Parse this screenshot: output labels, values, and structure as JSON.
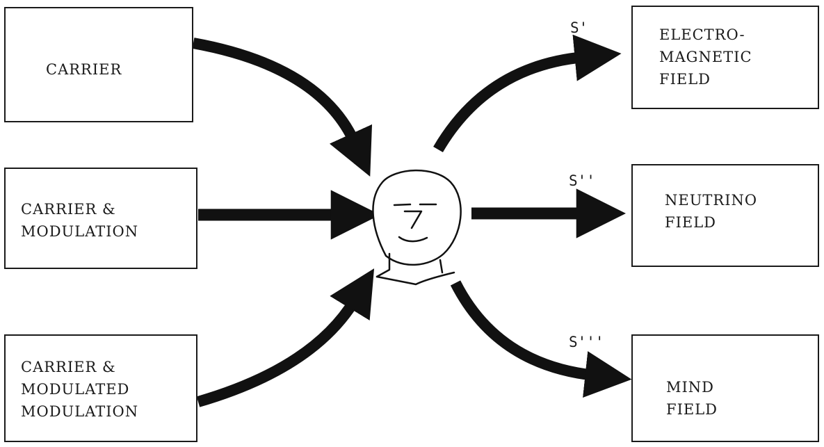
{
  "inputs": {
    "carrier": "CARRIER",
    "carrier_modulation": "CARRIER &\nMODULATION",
    "carrier_modulated_modulation": "CARRIER &\nMODULATED\nMODULATION"
  },
  "outputs": {
    "em_field": "ELECTRO-\nMAGNETIC\nFIELD",
    "neutrino_field": "NEUTRINO\nFIELD",
    "mind_field": "MIND\nFIELD"
  },
  "signals": {
    "s1": "S'",
    "s2": "S''",
    "s3": "S'''"
  },
  "icons": {
    "center": "human-head-icon"
  }
}
